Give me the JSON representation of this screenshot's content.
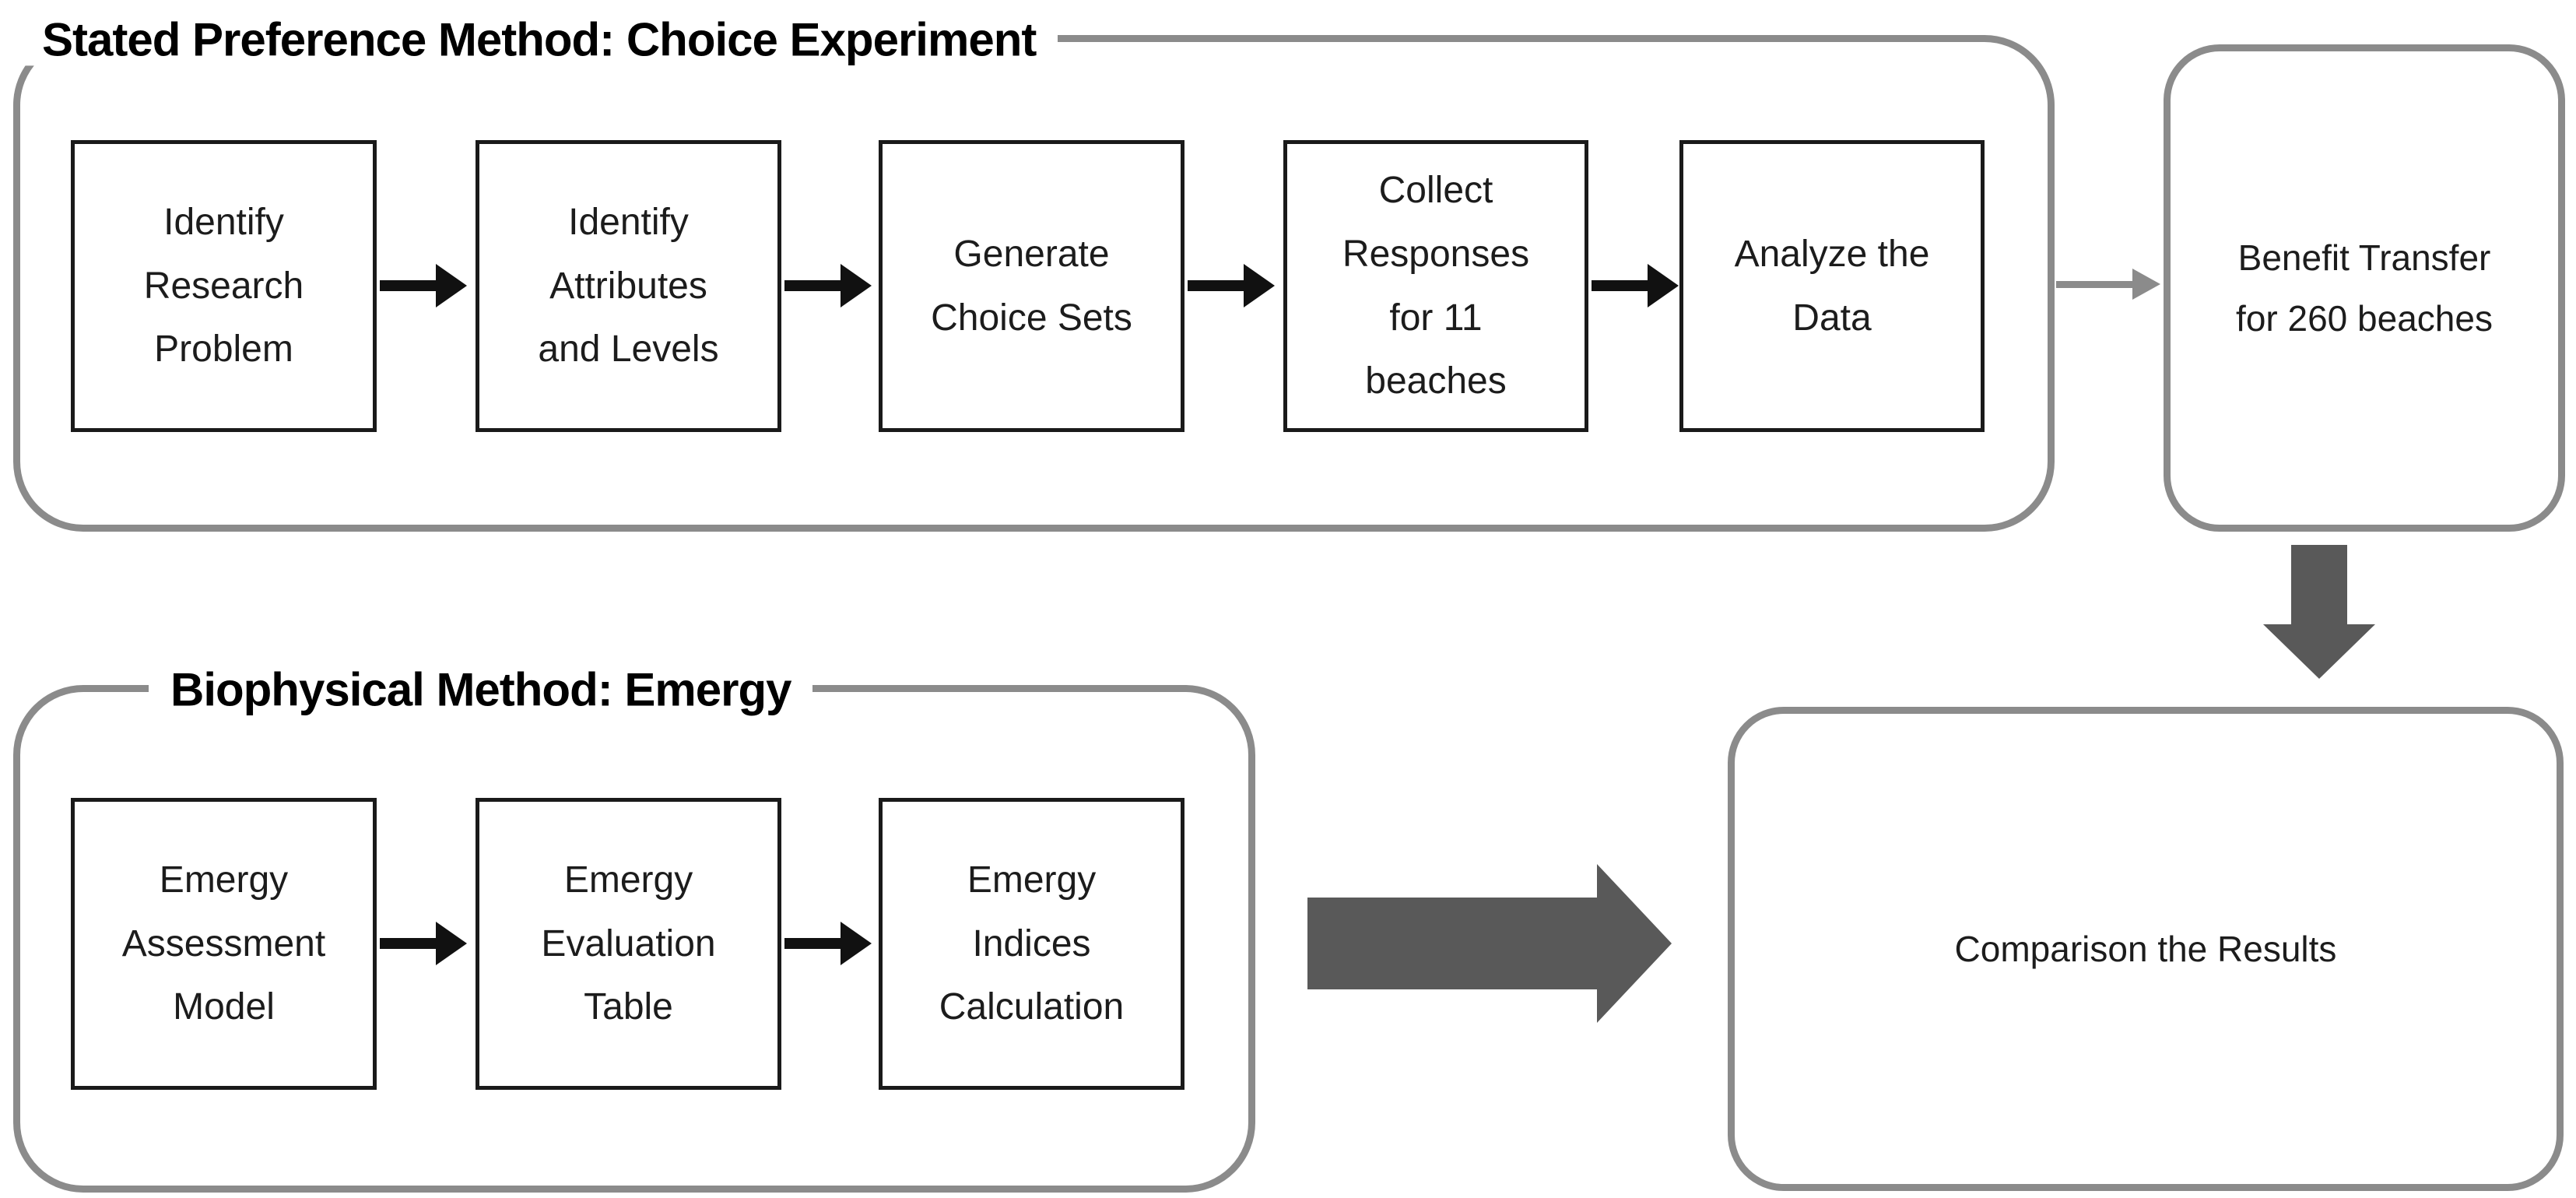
{
  "diagram": {
    "top_group": {
      "title": "Stated Preference Method: Choice Experiment",
      "steps": [
        "Identify\nResearch\nProblem",
        "Identify\nAttributes\nand Levels",
        "Generate\nChoice Sets",
        "Collect\nResponses\nfor 11\nbeaches",
        "Analyze the\nData"
      ]
    },
    "benefit_box": {
      "label": "Benefit Transfer\nfor 260 beaches"
    },
    "bottom_group": {
      "title": "Biophysical Method: Emergy",
      "steps": [
        "Emergy\nAssessment\nModel",
        "Emergy\nEvaluation\nTable",
        "Emergy\nIndices\nCalculation"
      ]
    },
    "comparison_box": {
      "label": "Comparison the Results"
    },
    "colors": {
      "group_border": "#8b8b8b",
      "step_border": "#1a1a1a",
      "connector_black": "#111111",
      "block_arrow_gray": "#595959",
      "text": "#1c1c1c"
    }
  }
}
